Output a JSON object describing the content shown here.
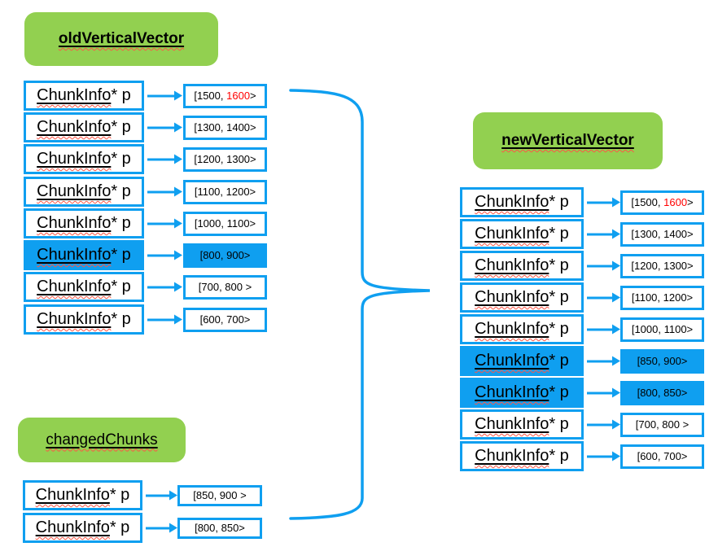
{
  "colors": {
    "accent_blue": "#0f9ff0",
    "label_green": "#92D050",
    "highlight_red": "#FF0000",
    "squiggle_red": "#ff5545",
    "text": "#000000"
  },
  "icons": {
    "arrow": "right-arrow",
    "brace": "right-curly-brace"
  },
  "labels": {
    "pointer_underlined": "ChunkInfo",
    "pointer_rest": "* p"
  },
  "old_vector": {
    "label": "oldVerticalVector",
    "rows": [
      {
        "range_pre": "[1500, ",
        "range_red": "1600",
        "range_post": ">",
        "highlighted": false
      },
      {
        "range_pre": "[1300, 1400>",
        "range_red": "",
        "range_post": "",
        "highlighted": false
      },
      {
        "range_pre": "[1200, 1300>",
        "range_red": "",
        "range_post": "",
        "highlighted": false
      },
      {
        "range_pre": "[1100, 1200>",
        "range_red": "",
        "range_post": "",
        "highlighted": false
      },
      {
        "range_pre": "[1000, 1100>",
        "range_red": "",
        "range_post": "",
        "highlighted": false
      },
      {
        "range_pre": "[800, 900>",
        "range_red": "",
        "range_post": "",
        "highlighted": true
      },
      {
        "range_pre": "[700, 800 >",
        "range_red": "",
        "range_post": "",
        "highlighted": false
      },
      {
        "range_pre": "[600, 700>",
        "range_red": "",
        "range_post": "",
        "highlighted": false
      }
    ]
  },
  "changed_chunks": {
    "label": "changedChunks",
    "rows": [
      {
        "range_pre": "[850, 900 >",
        "range_red": "",
        "range_post": "",
        "highlighted": false
      },
      {
        "range_pre": "[800, 850>",
        "range_red": "",
        "range_post": "",
        "highlighted": false
      }
    ]
  },
  "new_vector": {
    "label": "newVerticalVector",
    "rows": [
      {
        "range_pre": "[1500, ",
        "range_red": "1600",
        "range_post": ">",
        "highlighted": false
      },
      {
        "range_pre": "[1300, 1400>",
        "range_red": "",
        "range_post": "",
        "highlighted": false
      },
      {
        "range_pre": "[1200, 1300>",
        "range_red": "",
        "range_post": "",
        "highlighted": false
      },
      {
        "range_pre": "[1100, 1200>",
        "range_red": "",
        "range_post": "",
        "highlighted": false
      },
      {
        "range_pre": "[1000, 1100>",
        "range_red": "",
        "range_post": "",
        "highlighted": false
      },
      {
        "range_pre": "[850, 900>",
        "range_red": "",
        "range_post": "",
        "highlighted": true
      },
      {
        "range_pre": "[800, 850>",
        "range_red": "",
        "range_post": "",
        "highlighted": true
      },
      {
        "range_pre": "[700, 800 >",
        "range_red": "",
        "range_post": "",
        "highlighted": false
      },
      {
        "range_pre": "[600, 700>",
        "range_red": "",
        "range_post": "",
        "highlighted": false
      }
    ]
  }
}
